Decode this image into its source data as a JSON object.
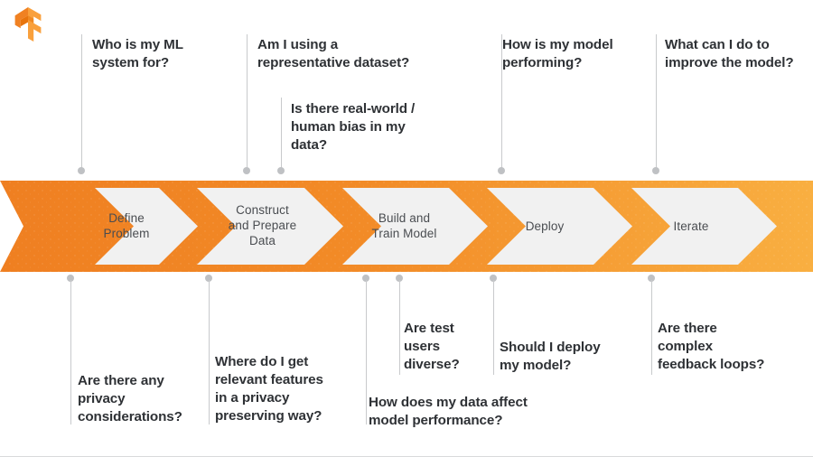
{
  "logo": {
    "name": "tensorflow-logo",
    "color_light": "#F8A13B",
    "color_mid": "#F28E22",
    "color_dark": "#E8740C"
  },
  "theme": {
    "bar_left_color": "#F08122",
    "bar_right_color": "#F9AE3F",
    "chevron_fill": "#F1F1F1",
    "text_color": "#2e3135",
    "label_color": "#4a4d51",
    "connector_color": "#c8cacc",
    "dot_color": "#bfc1c4"
  },
  "process": {
    "name": "ml-workflow-process-bar",
    "steps": [
      {
        "id": "define-problem",
        "label": "Define\nProblem"
      },
      {
        "id": "construct-prepare",
        "label": "Construct\nand Prepare\nData"
      },
      {
        "id": "build-train",
        "label": "Build and\nTrain Model"
      },
      {
        "id": "deploy",
        "label": "Deploy"
      },
      {
        "id": "iterate",
        "label": "Iterate"
      }
    ]
  },
  "callouts_top": [
    {
      "id": "who-is-my-ml-system-for",
      "text": "Who is my ML\nsystem for?"
    },
    {
      "id": "representative-dataset",
      "text": "Am I using a\nrepresentative dataset?"
    },
    {
      "id": "real-world-human-bias",
      "text": "Is there real-world /\nhuman bias in my\ndata?"
    },
    {
      "id": "how-is-my-model-performing",
      "text": "How is my model\nperforming?"
    },
    {
      "id": "improve-the-model",
      "text": "What can I do to\nimprove the model?"
    }
  ],
  "callouts_bottom": [
    {
      "id": "privacy-considerations",
      "text": "Are there any\nprivacy\nconsiderations?"
    },
    {
      "id": "relevant-features-privacy",
      "text": "Where do I get\nrelevant features\nin a privacy\npreserving way?"
    },
    {
      "id": "are-test-users-diverse",
      "text": "Are test\nusers\ndiverse?"
    },
    {
      "id": "data-affect-model-performance",
      "text": "How does my data affect\nmodel performance?"
    },
    {
      "id": "should-i-deploy-my-model",
      "text": "Should I deploy\nmy model?"
    },
    {
      "id": "complex-feedback-loops",
      "text": "Are there\ncomplex\nfeedback loops?"
    }
  ]
}
